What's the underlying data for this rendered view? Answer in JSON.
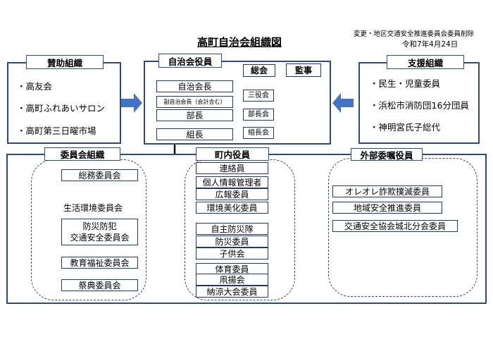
{
  "title": "高町自治会組織図",
  "note": "変更・地区交通安全推進委員会委員削除",
  "date": "令和7年4月24日",
  "supporters": {
    "header": "賛助組織",
    "items": [
      "・高友会",
      "・高町ふれあいサロン",
      "・高町第三日曜市場"
    ]
  },
  "officers": {
    "header": "自治会役員",
    "general_meeting": "総会",
    "auditor": "監事",
    "president": "自治会長",
    "vice_president": "副自治会長（会計含む）",
    "three_officers": "三役会",
    "division_head": "部長",
    "division_meeting": "部長会",
    "group_head": "組長",
    "group_meeting": "組長会"
  },
  "support_orgs": {
    "header": "支援組織",
    "items": [
      "・民生・児童委員",
      "・浜松市消防団16分団員",
      "・神明宮氏子総代"
    ]
  },
  "committees": {
    "header": "委員会組織",
    "items": [
      "総務委員会",
      "生活環境委員会",
      "防災防犯",
      "交通安全委員会",
      "教育福祉委員会",
      "祭典委員会"
    ]
  },
  "town_roles": {
    "header": "町内役員",
    "items": [
      "連絡員",
      "個人情報管理者",
      "広報委員",
      "環境美化委員",
      "自主防災隊",
      "防災委員",
      "子供会",
      "体育委員",
      "凧揚会",
      "納涼大会委員"
    ]
  },
  "external": {
    "header": "外部委嘱役員",
    "items": [
      "オレオレ詐欺撲滅委員",
      "地域安全推進委員",
      "交通安全協会城北分会委員"
    ]
  }
}
